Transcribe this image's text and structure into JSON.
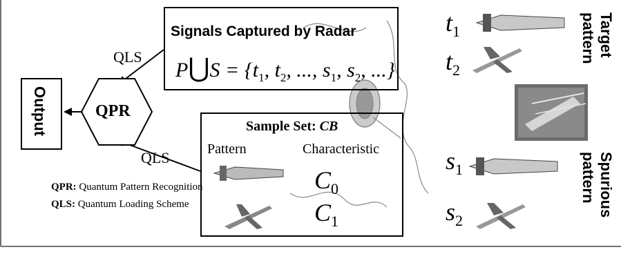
{
  "output_label": "Output",
  "qpr_label": "QPR",
  "qls_top": "QLS",
  "qls_bottom": "QLS",
  "signals_box": {
    "title": "Signals Captured by Radar",
    "formula_left": "P",
    "formula_right": "S = {t",
    "formula_tail": ", t",
    "formula_rest": ", ..., s",
    "formula_rest2": ", s",
    "formula_end": ", ...}"
  },
  "sample_box": {
    "title_prefix": "Sample Set: ",
    "title_italic": "CB",
    "col_pattern": "Pattern",
    "col_characteristic": "Characteristic",
    "c0": "C",
    "c0_sub": "0",
    "c1": "C",
    "c1_sub": "1"
  },
  "legend": {
    "qpr_abbr": "QPR:",
    "qpr_text": " Quantum Pattern Recognition",
    "qls_abbr": "QLS:",
    "qls_text": " Quantum Loading Scheme"
  },
  "right_labels": {
    "t1": "t",
    "t1_sub": "1",
    "t2": "t",
    "t2_sub": "2",
    "s1": "s",
    "s1_sub": "1",
    "s2": "s",
    "s2_sub": "2",
    "target_pattern": "Target pattern",
    "spurious_pattern": "Spurious pattern"
  },
  "sub_1": "1",
  "sub_2": "2"
}
